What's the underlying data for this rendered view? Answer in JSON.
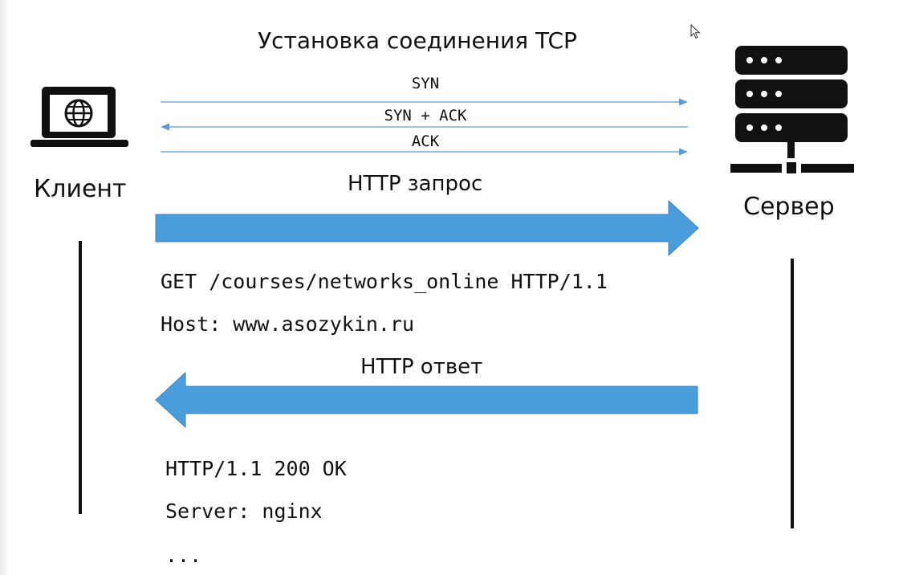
{
  "title": "Установка соединения TCP",
  "client": {
    "label": "Клиент",
    "icon": "laptop-globe-icon"
  },
  "server": {
    "label": "Сервер",
    "icon": "server-rack-icon"
  },
  "handshake": {
    "syn": "SYN",
    "syn_ack": "SYN + ACK",
    "ack": "ACK",
    "line_color": "#5b9bd5"
  },
  "http_request": {
    "label": "HTTP запрос",
    "lines": [
      "GET /courses/networks_online HTTP/1.1",
      "Host: www.asozykin.ru"
    ]
  },
  "http_response": {
    "label": "HTTP ответ",
    "lines": [
      "HTTP/1.1 200 OK",
      "Server: nginx",
      "..."
    ]
  },
  "colors": {
    "arrow_fill": "#4a9ddb",
    "arrow_stroke": "#3b84c0",
    "text": "#111111"
  }
}
